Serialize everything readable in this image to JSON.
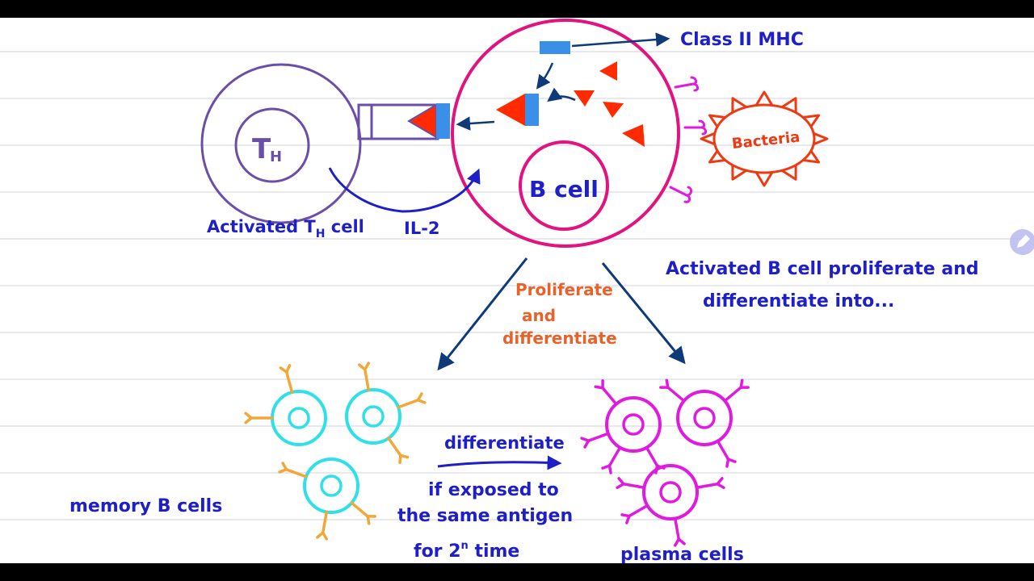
{
  "labels": {
    "class_ii_mhc": "Class II MHC",
    "th_letter": "T",
    "th_sub": "H",
    "b_cell": "B cell",
    "bacteria": "Bacteria",
    "activated_th_main": "Activated T",
    "activated_th_sub": "H",
    "activated_th_tail": " cell",
    "il2": "IL-2",
    "activated_b_line1": "Activated B cell proliferate and",
    "activated_b_line2": "differentiate into...",
    "proliferate": "Proliferate",
    "and": "and",
    "differentiate_orange": "differentiate",
    "differentiate_blue": "differentiate",
    "if_exposed_line1": "if exposed to",
    "if_exposed_line2": "the same antigen",
    "if_exposed_line3_pre": "for 2",
    "if_exposed_line3_sup": "n",
    "if_exposed_line3_post": " time",
    "memory_b_cells": "memory B cells",
    "plasma_cells": "plasma cells"
  },
  "colors": {
    "background": "#ffffff",
    "ruled_line": "#d9d9e6",
    "th_cell": "#6a4fa8",
    "b_cell": "#e2127f",
    "antigen": "#ff2a00",
    "mhc": "#3a8fe8",
    "arrow": "#0e3a78",
    "blue_text": "#1f1fc7",
    "orange_text": "#e8622a",
    "bacteria": "#ee3a12",
    "memory_cell": "#2fe0e8",
    "memory_receptor": "#f0a838",
    "plasma_cell": "#e01adf",
    "side_button": "#b9b9ee"
  },
  "icons": {
    "side_button": "pencil-icon"
  }
}
